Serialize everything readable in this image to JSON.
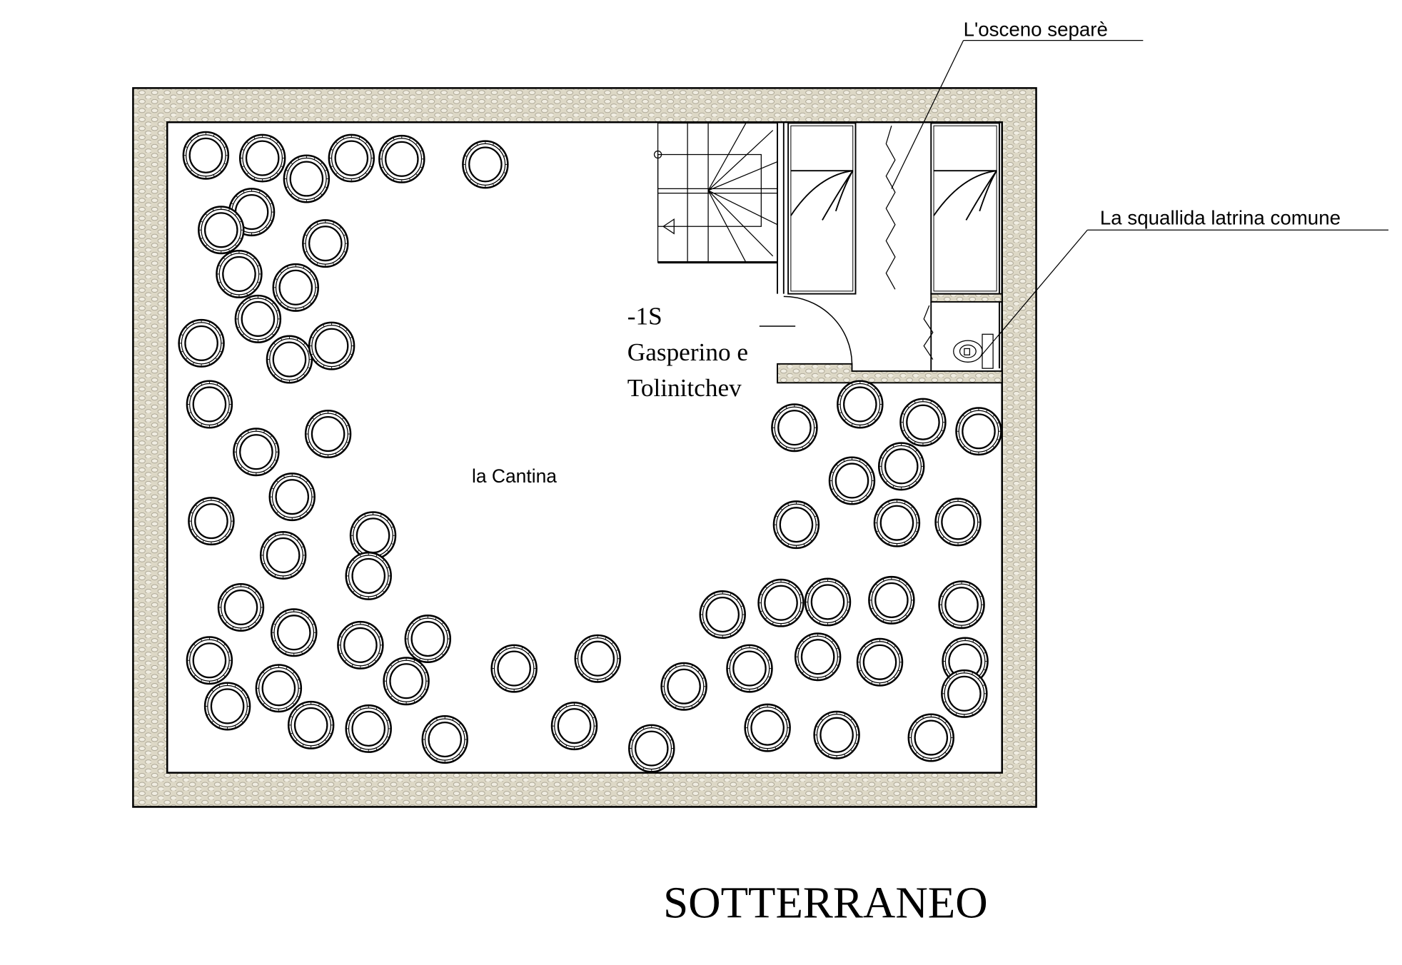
{
  "title": "SOTTERRANEO",
  "labels": {
    "separe": "L'osceno separè",
    "latrina": "La squallida latrina comune",
    "room_code": "-1S",
    "room_name_line1": "Gasperino e",
    "room_name_line2": "Tolinitchev",
    "cantina": "la Cantina"
  },
  "colors": {
    "wall_fill": "#d8d2c0",
    "line": "#000000"
  }
}
